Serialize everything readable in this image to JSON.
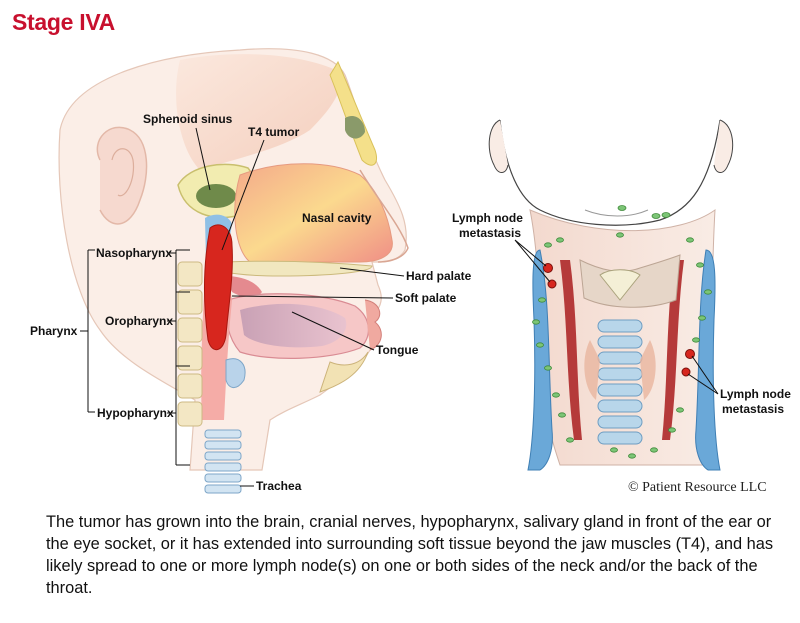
{
  "title": "Stage IVA",
  "labels": {
    "sphenoid_sinus": "Sphenoid sinus",
    "t4_tumor": "T4 tumor",
    "nasal_cavity": "Nasal cavity",
    "nasopharynx": "Nasopharynx",
    "oropharynx": "Oropharynx",
    "pharynx": "Pharynx",
    "hypopharynx": "Hypopharynx",
    "hard_palate": "Hard palate",
    "soft_palate": "Soft palate",
    "tongue": "Tongue",
    "trachea": "Trachea",
    "lymph_left_line1": "Lymph node",
    "lymph_left_line2": "metastasis",
    "lymph_right_line1": "Lymph node",
    "lymph_right_line2": "metastasis"
  },
  "credit": "© Patient Resource LLC",
  "caption": "The tumor has grown into the brain, cranial nerves, hypopharynx, salivary gland in front of the ear or the eye socket, or it has extended into surrounding soft tissue beyond the jaw muscles (T4), and has likely spread to one or more lymph node(s) on one or both sides of the neck and/or the back of the throat.",
  "colors": {
    "title": "#c8102e",
    "tumor": "#d7261e",
    "skin": "#f7e4d8",
    "vein": "#6aa8d8",
    "node": "#7cc576"
  }
}
